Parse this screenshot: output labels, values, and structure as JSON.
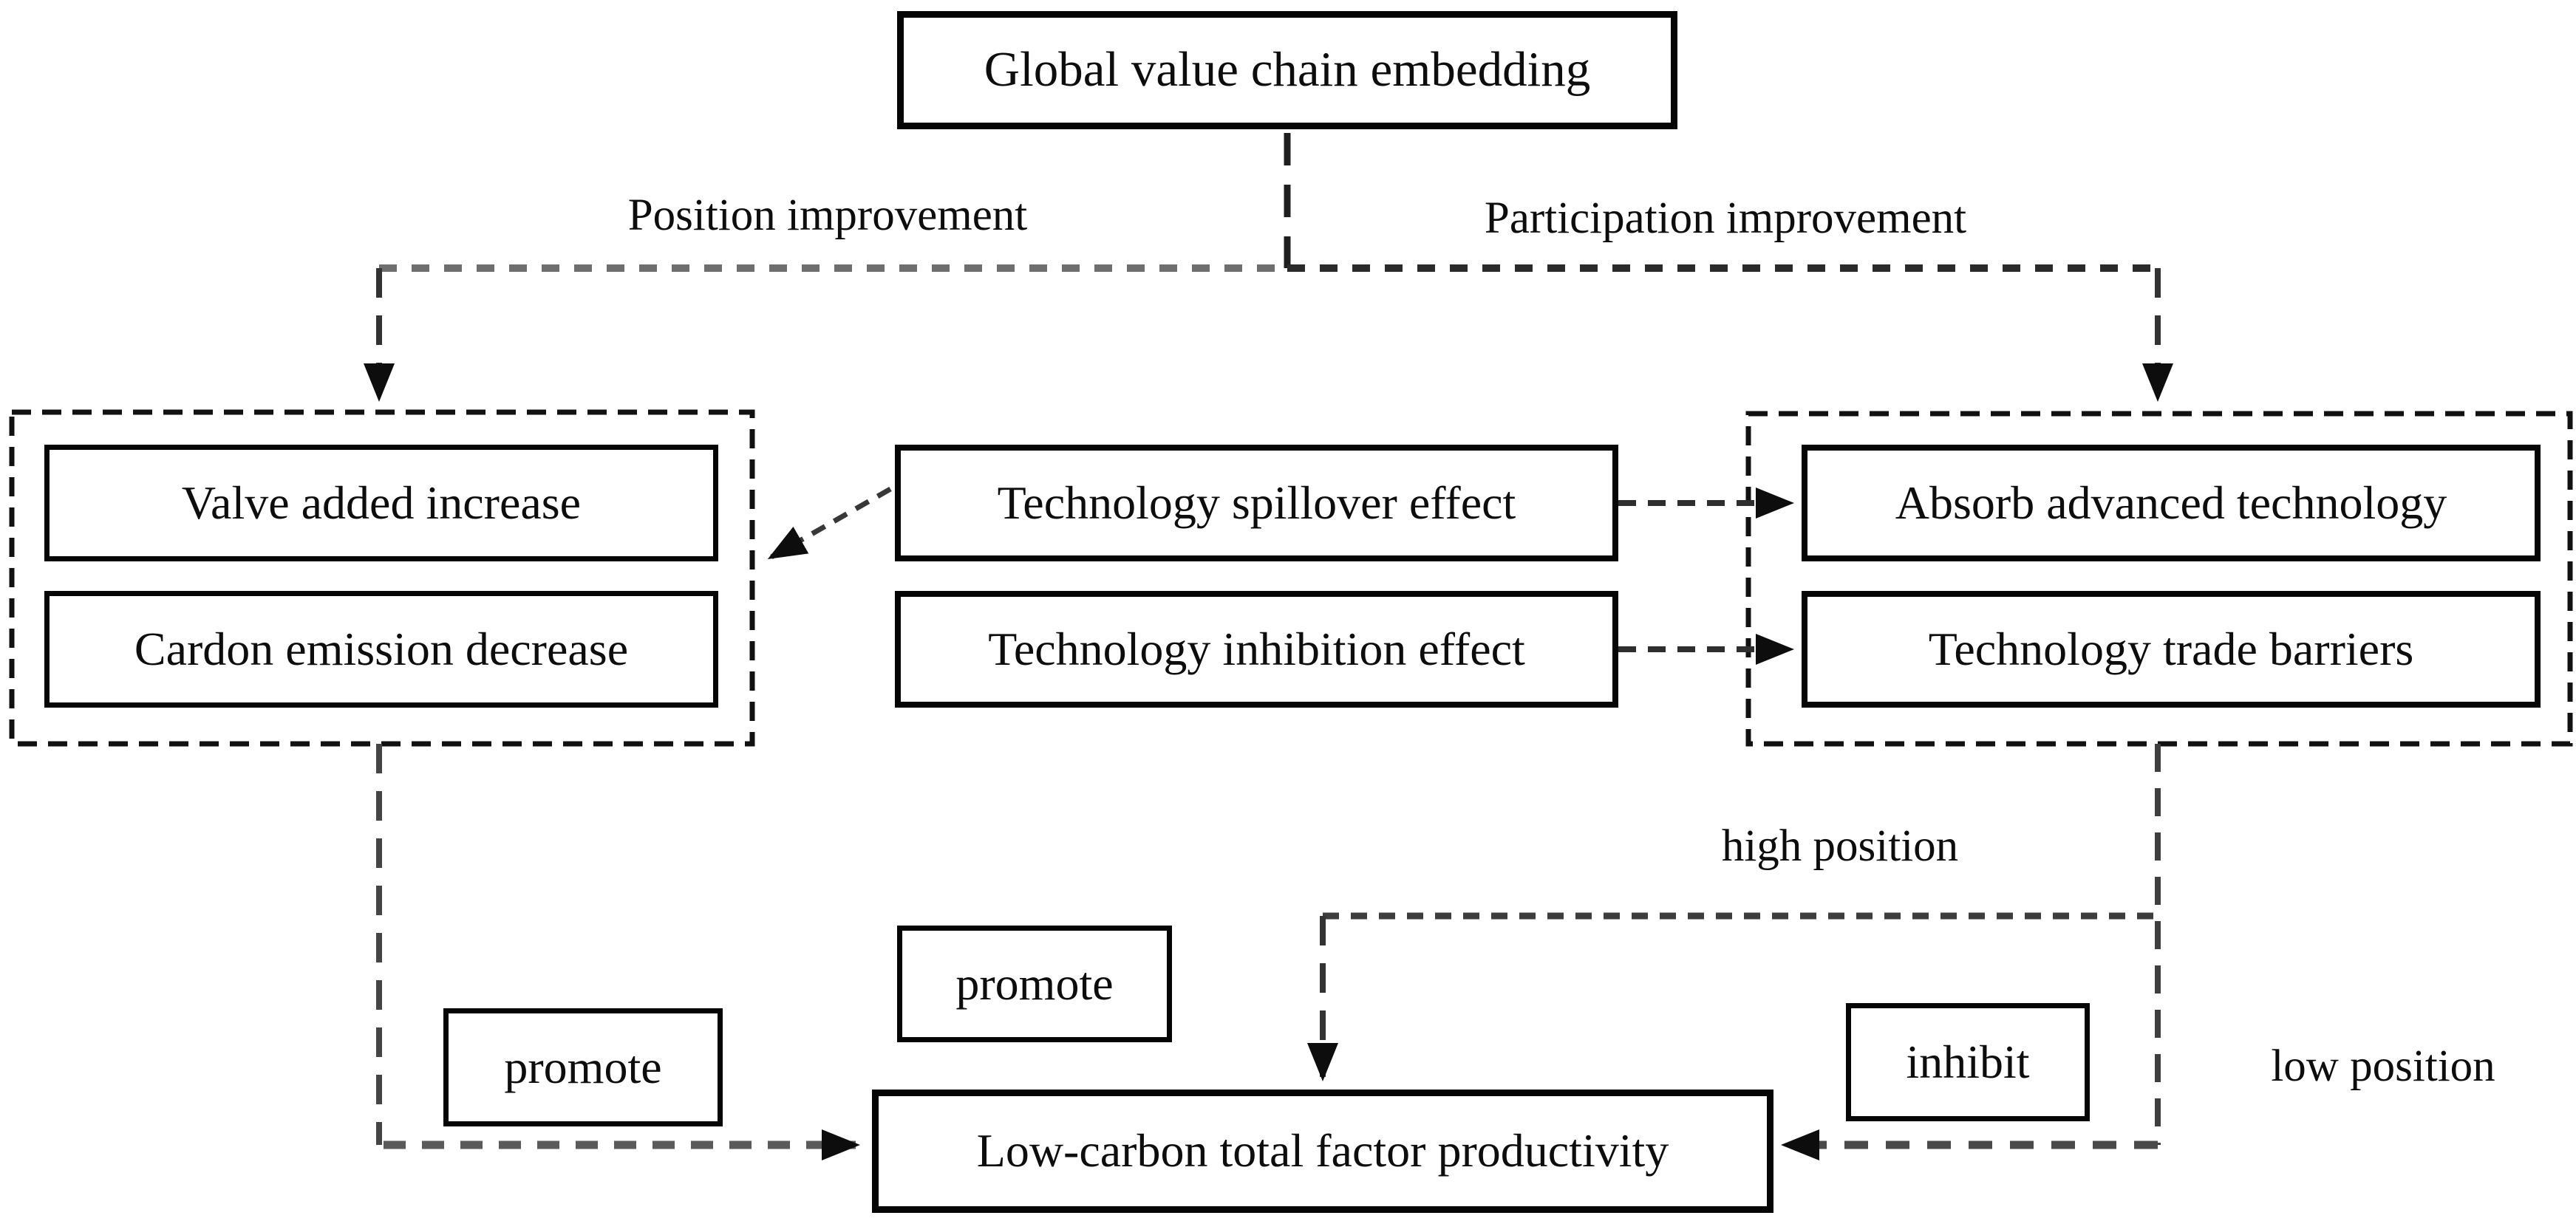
{
  "figure": {
    "background": "#ffffff",
    "nodes": {
      "gvc": {
        "label": "Global value chain embedding"
      },
      "valve": {
        "label": "Valve added increase"
      },
      "carbon": {
        "label": "Cardon emission decrease"
      },
      "spillover": {
        "label": "Technology spillover effect"
      },
      "inhibition": {
        "label": "Technology inhibition effect"
      },
      "absorb": {
        "label": "Absorb advanced technology"
      },
      "barriers": {
        "label": "Technology trade barriers"
      },
      "promote_left": {
        "label": "promote"
      },
      "promote_center": {
        "label": "promote"
      },
      "inhibit": {
        "label": "inhibit"
      },
      "lctfp": {
        "label": "Low-carbon total factor productivity"
      }
    },
    "edge_labels": {
      "position": "Position improvement",
      "participation": "Participation improvement",
      "high_position": "high position",
      "low_position": "low position"
    },
    "colors": {
      "box_border": "#050505",
      "text": "#0d0d0d",
      "line_dark": "#2a2a2a",
      "line_gray": "#6e6e6e",
      "line_mid": "#4a4a4a",
      "arrowhead": "#0d0d0d",
      "background": "#ffffff"
    }
  }
}
